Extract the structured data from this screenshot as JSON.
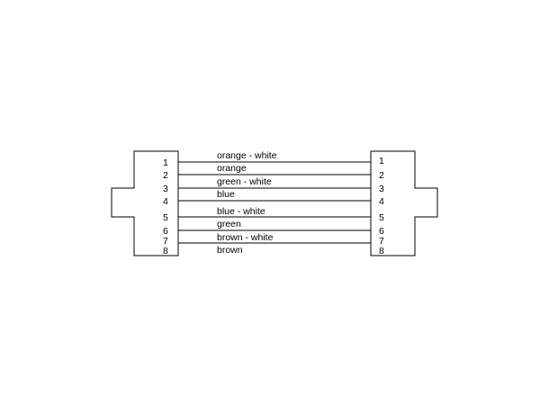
{
  "pins_left": [
    "1",
    "2",
    "3",
    "4",
    "5",
    "6",
    "7",
    "8"
  ],
  "pins_right": [
    "1",
    "2",
    "3",
    "4",
    "5",
    "6",
    "7",
    "8"
  ],
  "wires": [
    {
      "pin": "1",
      "label": "orange - white"
    },
    {
      "pin": "2",
      "label": "orange"
    },
    {
      "pin": "3",
      "label": "green - white"
    },
    {
      "pin": "4",
      "label": "blue"
    },
    {
      "pin": "5",
      "label": "blue - white"
    },
    {
      "pin": "6",
      "label": "green"
    },
    {
      "pin": "7",
      "label": "brown - white"
    },
    {
      "pin": "8",
      "label": "brown"
    }
  ],
  "colors": {
    "stroke": "#000000",
    "background": "#ffffff"
  }
}
